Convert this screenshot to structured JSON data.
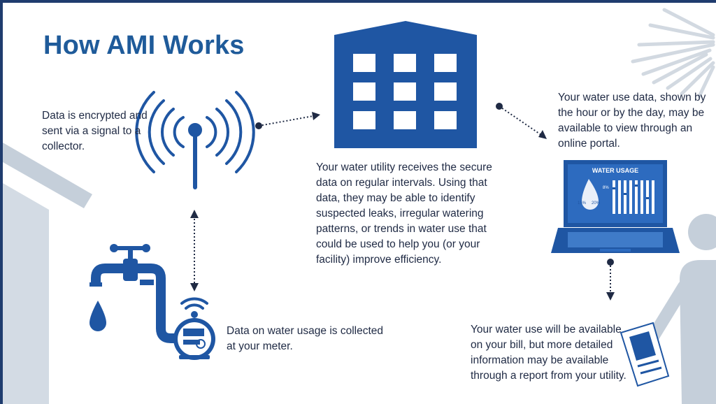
{
  "title": "How AMI Works",
  "steps": {
    "antenna": "Data is encrypted and sent via a signal to a collector.",
    "utility": "Your water utility receives the secure data on regular intervals. Using that data, they may be able to identify suspected leaks, irregular watering patterns, or trends in water use that could be used to help you (or your facility) improve efficiency.",
    "portal": "Your water use data, shown by the hour or by the day, may be available to view through an online portal.",
    "meter": "Data on water usage is collected at your meter.",
    "bill": "Your water use will be available on your bill, but more detailed information may be available through a report from your utility."
  },
  "laptop_screen": {
    "heading": "WATER USAGE",
    "pct_a": "8%",
    "pct_b": "15%",
    "pct_c": "20%"
  },
  "colors": {
    "primary": "#1f56a3",
    "title": "#1f5b9a",
    "light_gray": "#c5cfda",
    "text": "#1f2a44"
  },
  "icons": [
    "house-outline-icon",
    "faucet-icon",
    "water-drop-icon",
    "water-meter-icon",
    "wifi-icon",
    "antenna-icon",
    "building-icon",
    "laptop-icon",
    "sun-icon",
    "person-icon",
    "paper-bill-icon"
  ]
}
